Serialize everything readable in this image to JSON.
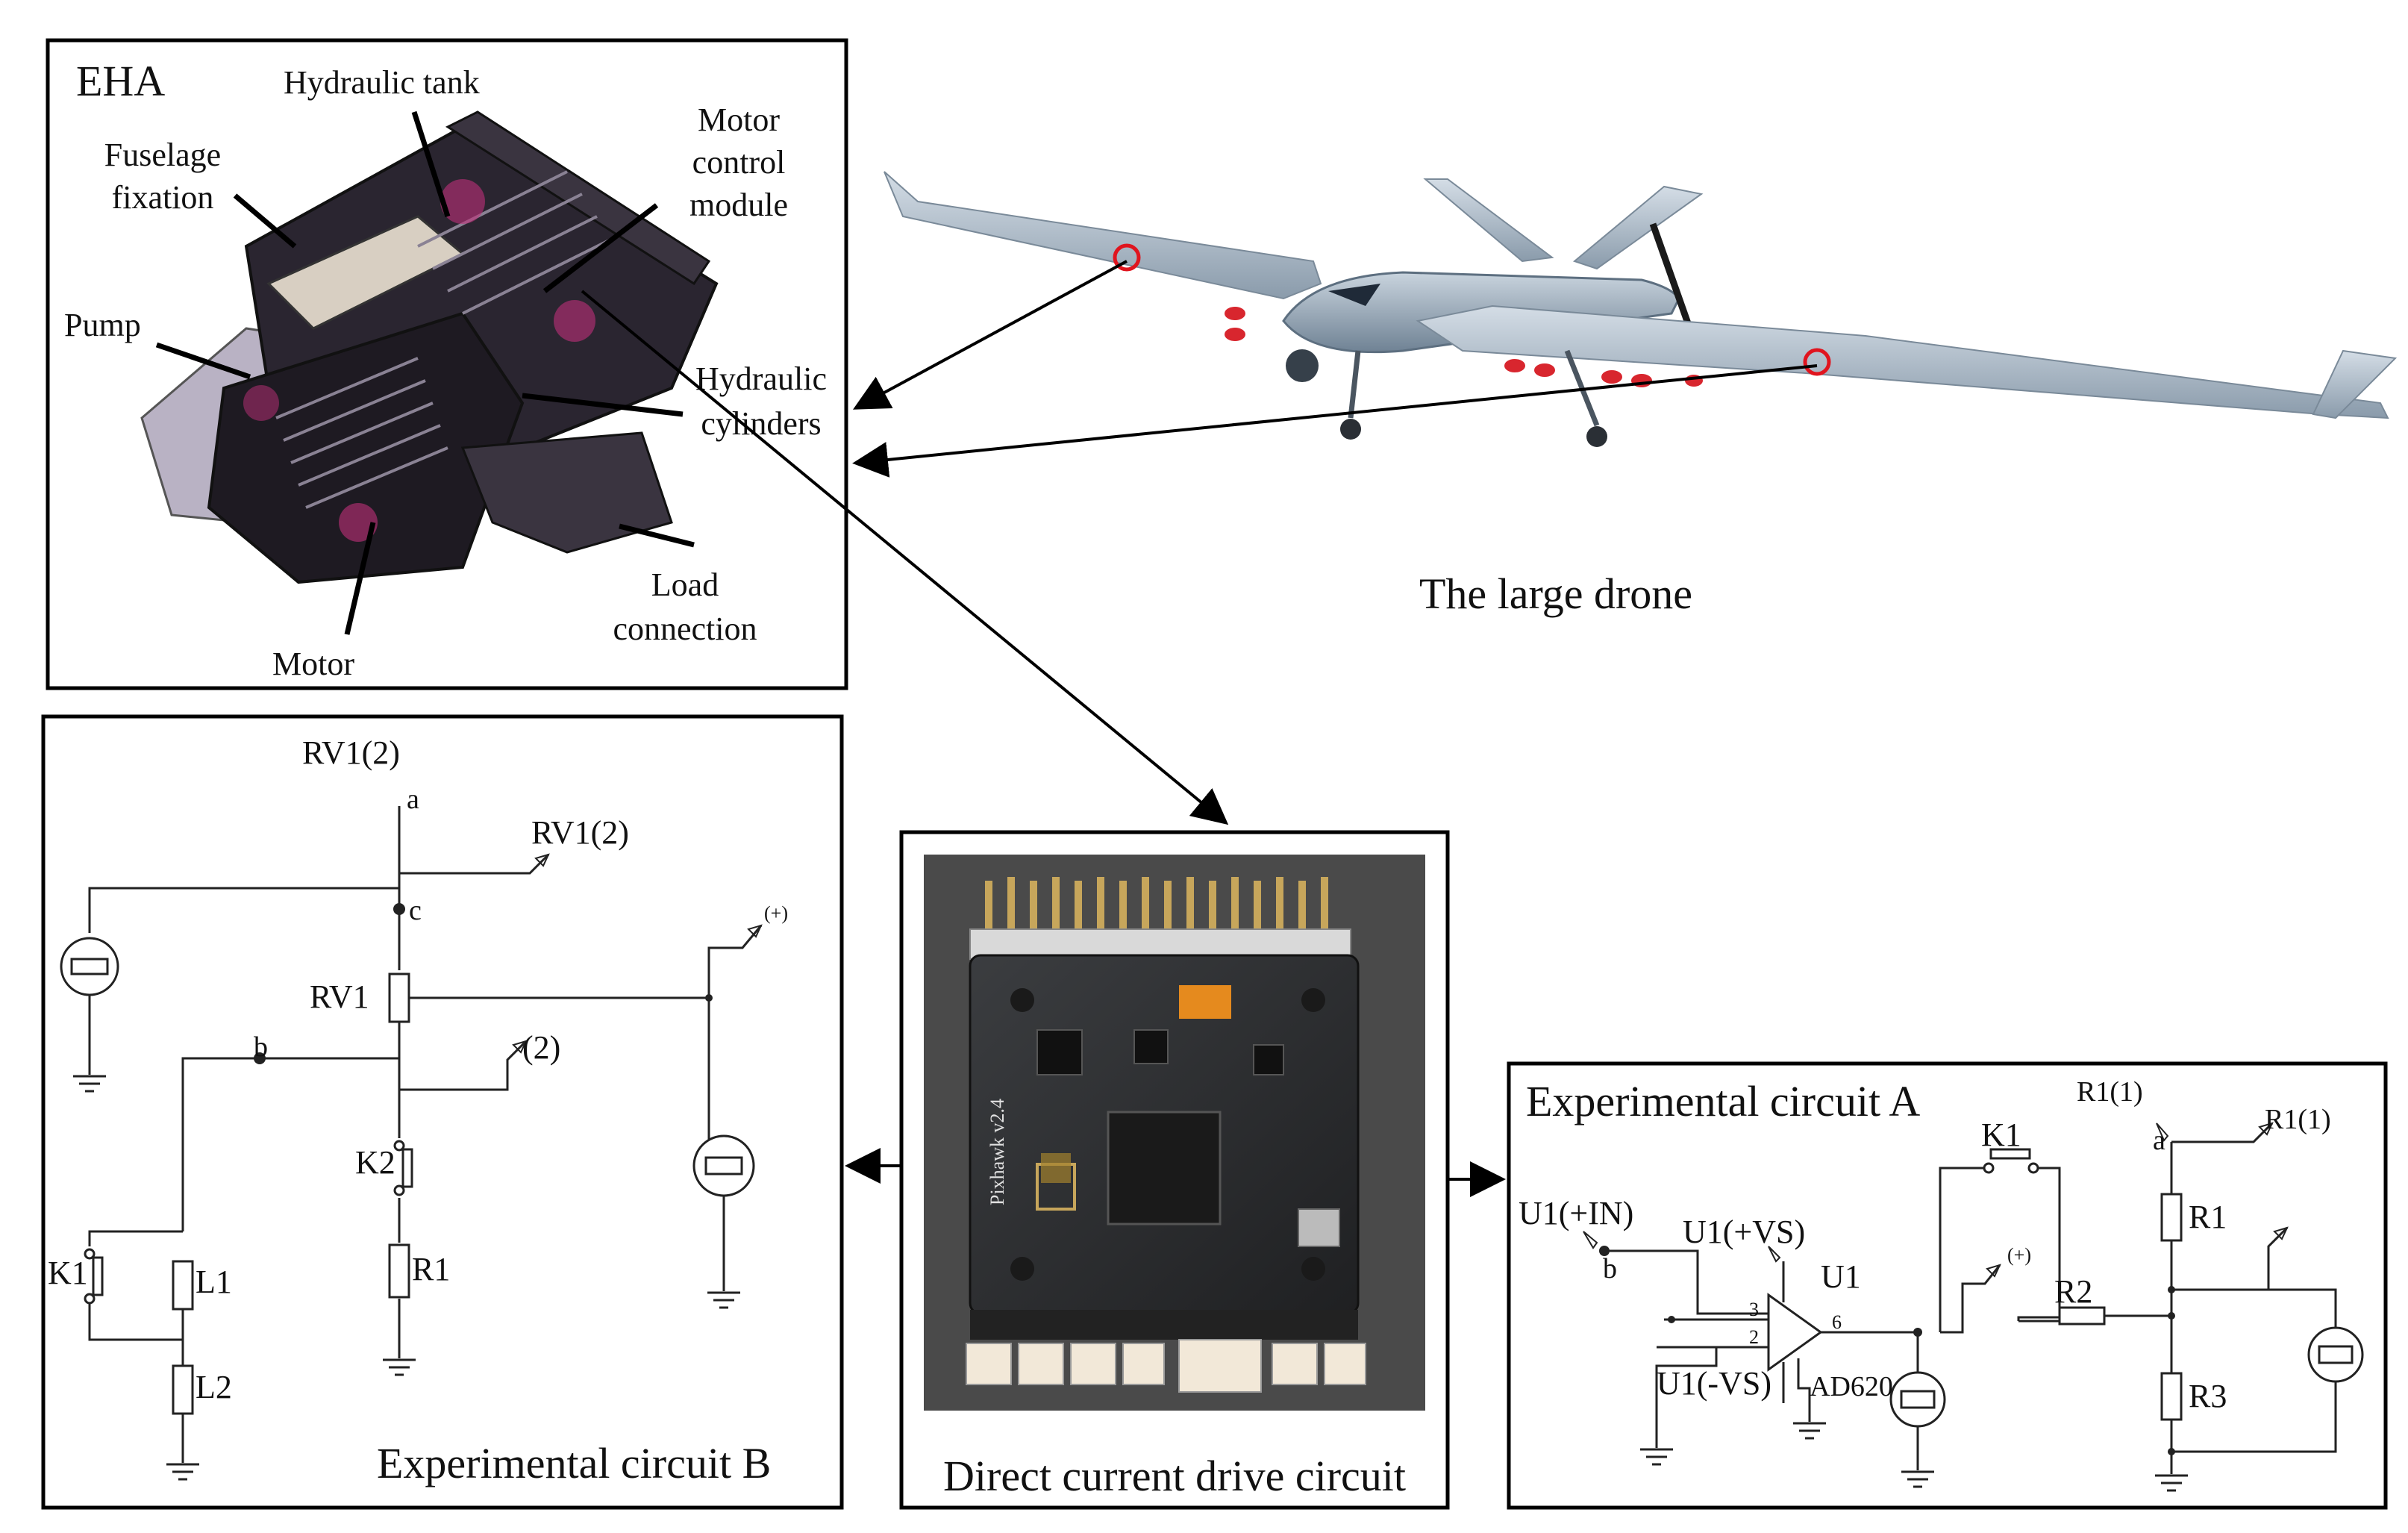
{
  "eha_panel": {
    "title": "EHA",
    "hydraulic_tank": "Hydraulic tank",
    "motor_control_line1": "Motor",
    "motor_control_line2": "control",
    "motor_control_line3": "module",
    "fuselage_line1": "Fuselage",
    "fuselage_line2": "fixation",
    "pump": "Pump",
    "hydraulic_cyl_line1": "Hydraulic",
    "hydraulic_cyl_line2": "cylinders",
    "load_line1": "Load",
    "load_line2": "connection",
    "motor": "Motor"
  },
  "drone": {
    "caption": "The large drone",
    "marker_color": "#e0141e"
  },
  "circuit_b": {
    "title": "Experimental circuit B",
    "rv1_top": "RV1(2)",
    "node_a": "a",
    "rv1_probe": "RV1(2)",
    "node_c": "c",
    "rv1": "RV1",
    "node_b": "b",
    "probe_2": "(2)",
    "k2": "K2",
    "r1": "R1",
    "k1": "K1",
    "l1": "L1",
    "l2": "L2",
    "probe_plus": "(+)"
  },
  "dc_drive": {
    "caption": "Direct current drive circuit",
    "board_text": "Pixhawk v2.4"
  },
  "circuit_a": {
    "title": "Experimental circuit A",
    "u1_in": "U1(+IN)",
    "node_b": "b",
    "u1_vs_plus": "U1(+VS)",
    "u1": "U1",
    "u1_vs_minus": "U1(-VS)",
    "ad620": "AD620",
    "pin3": "3",
    "pin2": "2",
    "pin6": "6",
    "k1": "K1",
    "r1_top": "R1(1)",
    "node_a": "a",
    "r1_probe": "R1(1)",
    "r1": "R1",
    "r2": "R2",
    "r3": "R3",
    "probe_plus": "(+)"
  }
}
